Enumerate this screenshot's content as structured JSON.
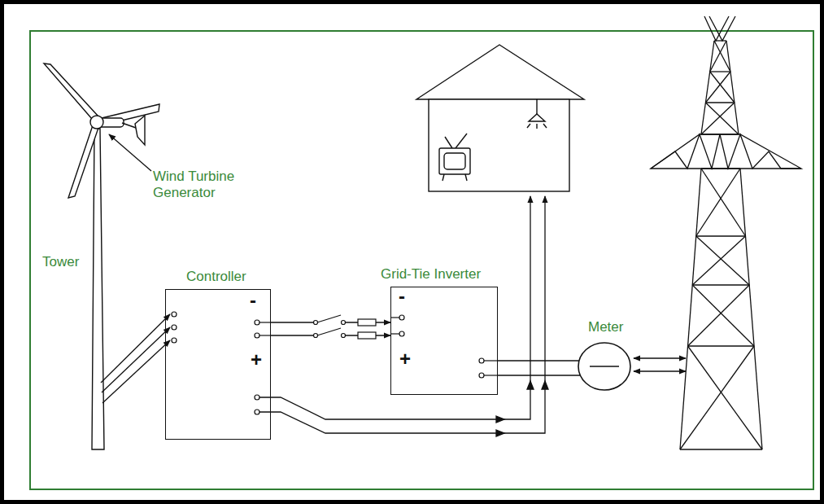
{
  "diagram": {
    "nodes": [
      {
        "text": [
          "Controller",
          "-",
          "+"
        ]
      },
      {
        "text": [
          "Grid-Tie Inverter",
          "-",
          "+"
        ]
      },
      {
        "text": [
          "Meter"
        ]
      }
    ],
    "edges": [
      {
        "from": 0,
        "to": 1,
        "arrow": "to"
      },
      {
        "from": 1,
        "to": 2,
        "arrow": "none"
      }
    ],
    "labels": [
      "Wind Turbine Generator",
      "Tower"
    ]
  }
}
